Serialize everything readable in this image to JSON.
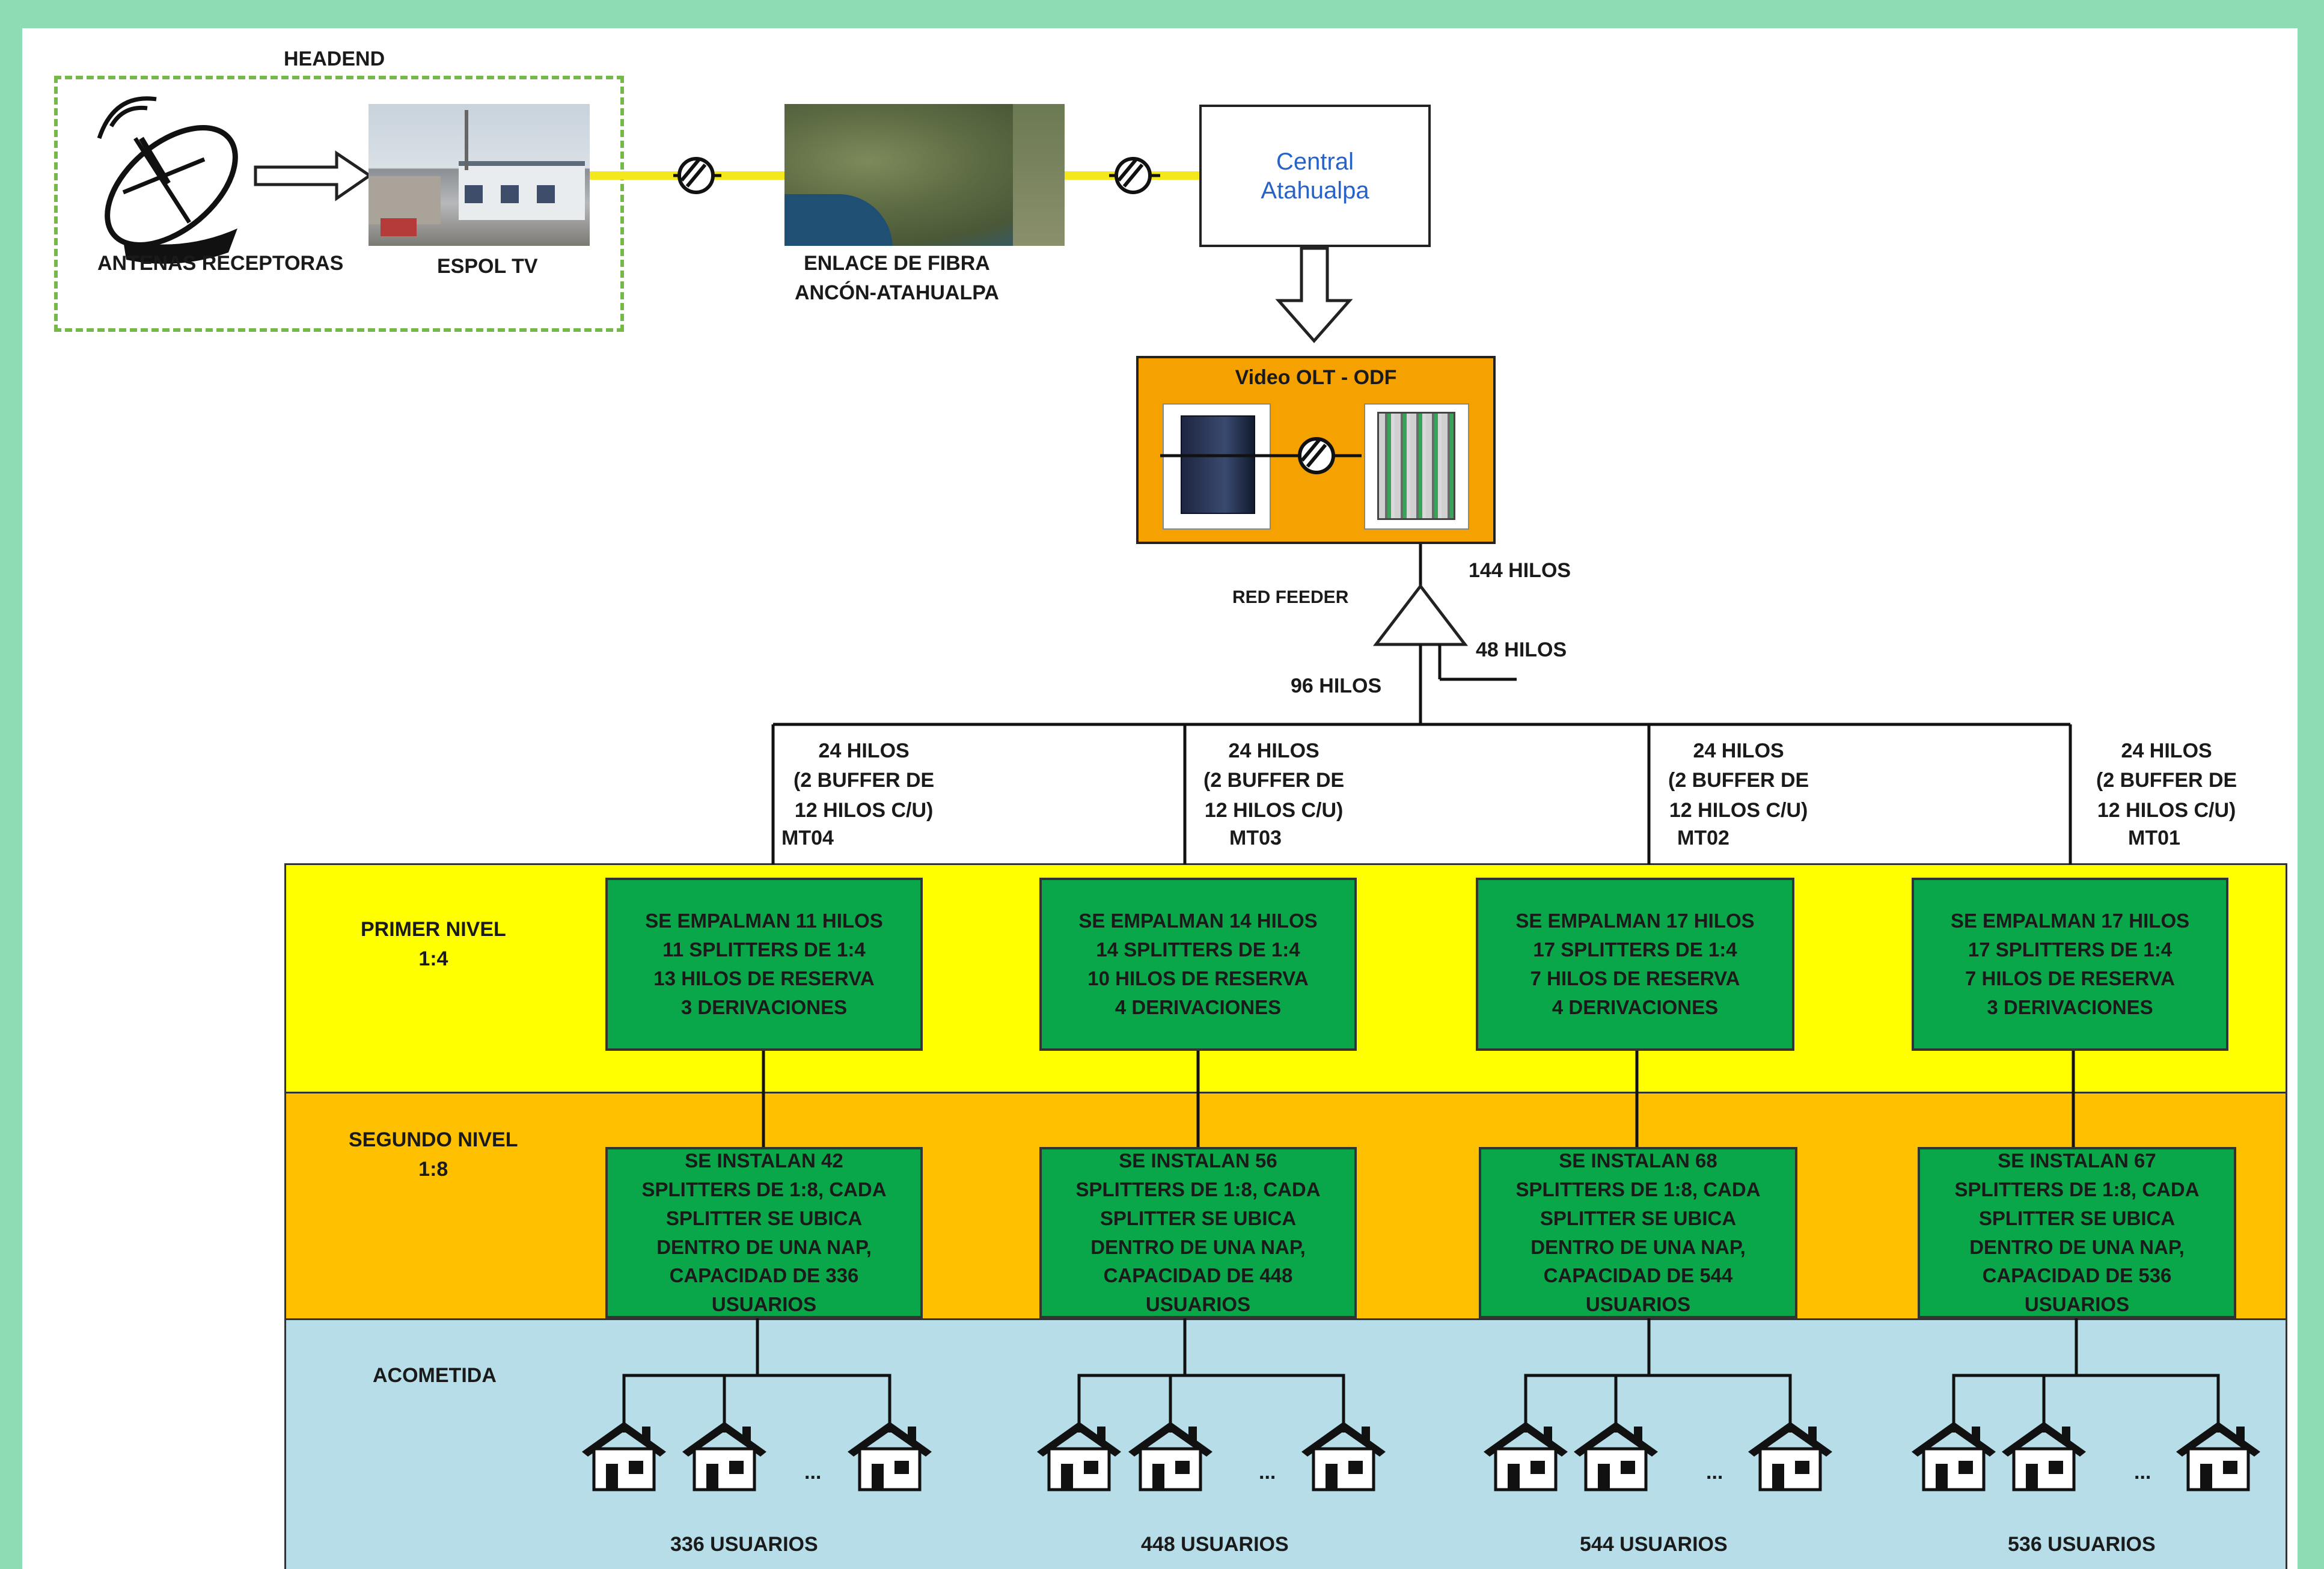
{
  "headend": {
    "title": "HEADEND",
    "antenna_label": "ANTENAS RECEPTORAS",
    "station_label": "ESPOL TV"
  },
  "fiber_link": {
    "line1": "ENLACE DE FIBRA",
    "line2": "ANCÓN-ATAHUALPA"
  },
  "central": {
    "line1": "Central",
    "line2": "Atahualpa"
  },
  "olt": {
    "title": "Video OLT - ODF"
  },
  "feeder": {
    "label": "RED FEEDER",
    "hilos_144": "144 HILOS",
    "hilos_48": "48 HILOS",
    "hilos_96": "96 HILOS"
  },
  "levels": {
    "first_line1": "PRIMER NIVEL",
    "first_line2": "1:4",
    "second_line1": "SEGUNDO NIVEL",
    "second_line2": "1:8",
    "drop": "ACOMETIDA"
  },
  "branches": [
    {
      "h1": "24 HILOS",
      "h2": "(2 BUFFER DE",
      "h3": "12 HILOS C/U)",
      "code": "MT04",
      "p1": "SE EMPALMAN 11 HILOS",
      "p2": "11 SPLITTERS DE 1:4",
      "p3": "13 HILOS DE RESERVA",
      "p4": "3 DERIVACIONES",
      "s1": "SE INSTALAN 42",
      "s2": "SPLITTERS DE 1:8, CADA",
      "s3": "SPLITTER SE UBICA",
      "s4": "DENTRO DE UNA NAP,",
      "s5": "CAPACIDAD DE 336",
      "s6": "USUARIOS",
      "users": "336 USUARIOS"
    },
    {
      "h1": "24 HILOS",
      "h2": "(2 BUFFER DE",
      "h3": "12 HILOS C/U)",
      "code": "MT03",
      "p1": "SE EMPALMAN 14 HILOS",
      "p2": "14 SPLITTERS DE 1:4",
      "p3": "10 HILOS DE RESERVA",
      "p4": "4 DERIVACIONES",
      "s1": "SE INSTALAN 56",
      "s2": "SPLITTERS DE 1:8, CADA",
      "s3": "SPLITTER SE UBICA",
      "s4": "DENTRO DE UNA NAP,",
      "s5": "CAPACIDAD DE 448",
      "s6": "USUARIOS",
      "users": "448 USUARIOS"
    },
    {
      "h1": "24 HILOS",
      "h2": "(2 BUFFER DE",
      "h3": "12 HILOS C/U)",
      "code": "MT02",
      "p1": "SE EMPALMAN 17 HILOS",
      "p2": "17 SPLITTERS DE 1:4",
      "p3": "7 HILOS DE RESERVA",
      "p4": "4 DERIVACIONES",
      "s1": "SE INSTALAN 68",
      "s2": "SPLITTERS DE 1:8, CADA",
      "s3": "SPLITTER SE UBICA",
      "s4": "DENTRO DE UNA NAP,",
      "s5": "CAPACIDAD DE 544",
      "s6": "USUARIOS",
      "users": "544 USUARIOS"
    },
    {
      "h1": "24 HILOS",
      "h2": "(2 BUFFER DE",
      "h3": "12 HILOS C/U)",
      "code": "MT01",
      "p1": "SE EMPALMAN 17 HILOS",
      "p2": "17 SPLITTERS DE 1:4",
      "p3": "7 HILOS DE RESERVA",
      "p4": "3 DERIVACIONES",
      "s1": "SE INSTALAN 67",
      "s2": "SPLITTERS DE 1:8, CADA",
      "s3": "SPLITTER SE UBICA",
      "s4": "DENTRO DE UNA NAP,",
      "s5": "CAPACIDAD DE 536",
      "s6": "USUARIOS",
      "users": "536 USUARIOS"
    }
  ],
  "ellipsis": "...",
  "colors": {
    "background": "#8ddcb4",
    "level1": "#ffff00",
    "level2": "#ffc000",
    "drop": "#b7dde8",
    "box": "#0aa64a",
    "olt": "#f5a100",
    "fiber": "#f4e81c",
    "headend_border": "#74b84a",
    "central_text": "#2563c9"
  }
}
